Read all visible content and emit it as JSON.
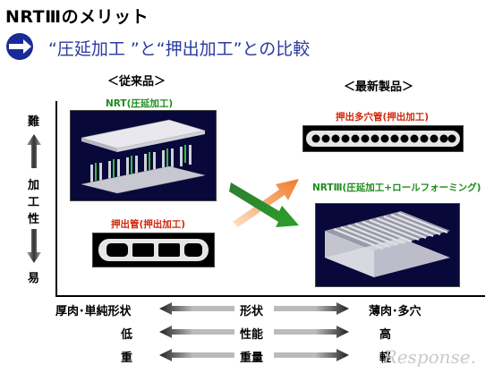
{
  "header": {
    "title": "NRTⅢのメリット",
    "subtitle": "“圧延加工 ”と“押出加工”との比較"
  },
  "groups": {
    "conventional": "＜従来品＞",
    "latest": "＜最新製品＞"
  },
  "products": {
    "nrt": "NRT(圧延加工)",
    "extruded_tube": "押出管(押出加工)",
    "extruded_multiport": "押出多穴管(押出加工)",
    "nrt3": "NRTⅢ(圧延加工+ロールフォーミング)"
  },
  "y_axis": {
    "top": "難",
    "middle": [
      "加",
      "工",
      "性"
    ],
    "bottom": "易"
  },
  "comparison_rows": [
    {
      "left": "厚肉･単純形状",
      "center": "形状",
      "right": "薄肉･多穴"
    },
    {
      "left": "低",
      "center": "性能",
      "right": "高"
    },
    {
      "left": "重",
      "center": "重量",
      "right": "軽"
    }
  ],
  "colors": {
    "subtitle": "#2b3aa0",
    "green_label": "#1c8c1c",
    "red_label": "#d2280a",
    "panel_bg": "#08083a"
  },
  "watermark": "Response."
}
